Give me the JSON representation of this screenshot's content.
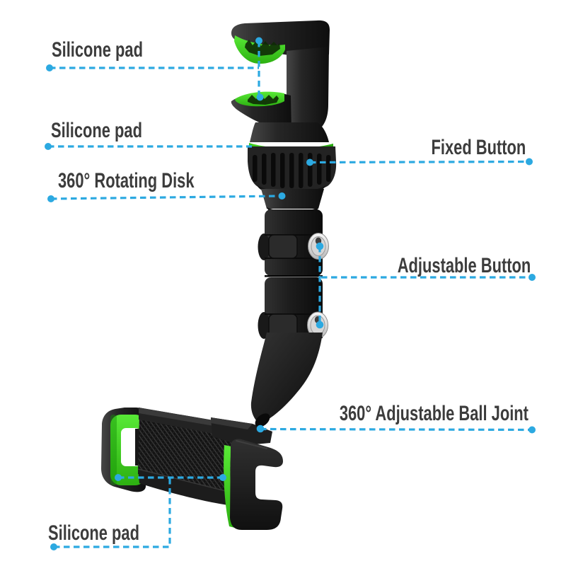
{
  "page": {
    "title": "Rearview mirror phone holder — annotated parts diagram",
    "background": "#ffffff"
  },
  "colors": {
    "callout": "#2CA9E1",
    "label_text": "#3C3C3C",
    "product_black": "#1E1E1E",
    "accent_green": "#3FD41E",
    "button_silver": "#EDEDED"
  },
  "callouts": {
    "silicone_pad_top": {
      "label": "Silicone pad",
      "target": "upper mirror-clamp pads"
    },
    "silicone_pad_clamp": {
      "label": "Silicone pad",
      "target": "clamp base green ring"
    },
    "rotating_disk": {
      "label": "360° Rotating Disk",
      "target": "knurled rotating disk"
    },
    "fixed_button": {
      "label": "Fixed Button",
      "target": "locking collar of rotating disk"
    },
    "adjustable_button": {
      "label": "Adjustable Button",
      "target": "two hinge thumb screws"
    },
    "ball_joint": {
      "label": "360° Adjustable Ball Joint",
      "target": "arm-to-cradle joint"
    },
    "silicone_pad_cradle": {
      "label": "Silicone pad",
      "target": "phone cradle jaws"
    }
  }
}
